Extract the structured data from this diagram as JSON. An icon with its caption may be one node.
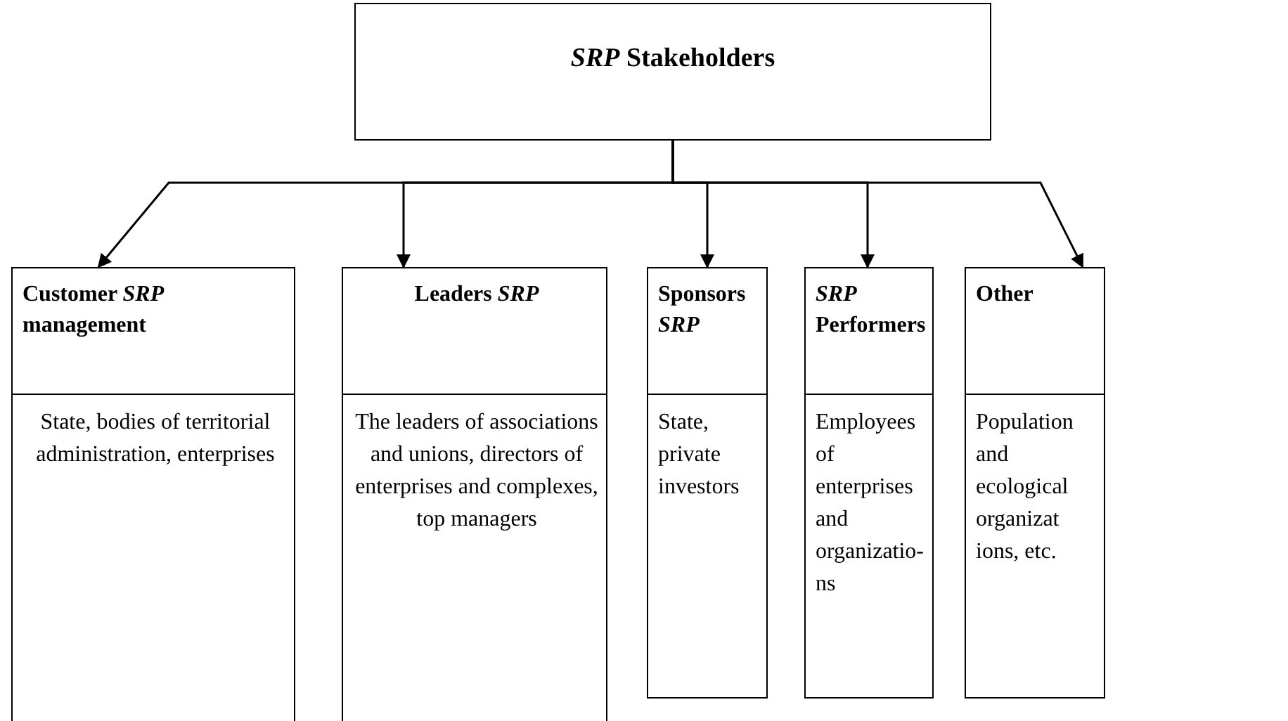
{
  "diagram": {
    "nodes": [
      {
        "text": [
          "*SRP* Stakeholders"
        ]
      },
      {
        "text": [
          "Customer *SRP* management",
          "State, bodies of territorial administration, enterprises"
        ]
      },
      {
        "text": [
          "Leaders *SRP*",
          "The leaders of associations and unions, directors of enterprises and complexes, top managers"
        ]
      },
      {
        "text": [
          "Sponsors *SRP*",
          "State, private investors"
        ]
      },
      {
        "text": [
          "*SRP* Performers",
          "Employees of enterprises and organizatio-ns"
        ]
      },
      {
        "text": [
          "Other",
          "Population and ecological organizat ions, etc."
        ]
      }
    ],
    "edges": [
      {
        "from": 0,
        "to": 1,
        "arrow": "to"
      },
      {
        "from": 0,
        "to": 2,
        "arrow": "to"
      },
      {
        "from": 0,
        "to": 3,
        "arrow": "to"
      },
      {
        "from": 0,
        "to": 4,
        "arrow": "to"
      },
      {
        "from": 0,
        "to": 5,
        "arrow": "to"
      }
    ]
  }
}
